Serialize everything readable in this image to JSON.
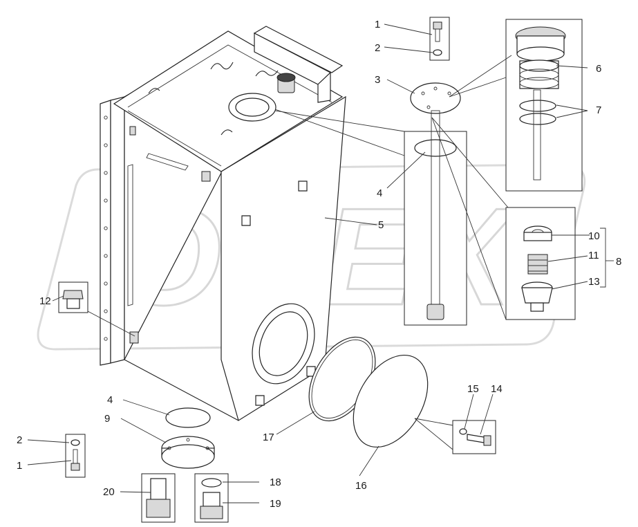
{
  "watermark": {
    "text": "OPEX"
  },
  "callouts": [
    {
      "key": "c1a",
      "text": "1"
    },
    {
      "key": "c2a",
      "text": "2"
    },
    {
      "key": "c3",
      "text": "3"
    },
    {
      "key": "c4a",
      "text": "4"
    },
    {
      "key": "c5",
      "text": "5"
    },
    {
      "key": "c6",
      "text": "6"
    },
    {
      "key": "c7",
      "text": "7"
    },
    {
      "key": "c8",
      "text": "8"
    },
    {
      "key": "c10",
      "text": "10"
    },
    {
      "key": "c11",
      "text": "11"
    },
    {
      "key": "c12",
      "text": "12"
    },
    {
      "key": "c13",
      "text": "13"
    },
    {
      "key": "c4b",
      "text": "4"
    },
    {
      "key": "c9",
      "text": "9"
    },
    {
      "key": "c2b",
      "text": "2"
    },
    {
      "key": "c1b",
      "text": "1"
    },
    {
      "key": "c20",
      "text": "20"
    },
    {
      "key": "c18",
      "text": "18"
    },
    {
      "key": "c19",
      "text": "19"
    },
    {
      "key": "c17",
      "text": "17"
    },
    {
      "key": "c16",
      "text": "16"
    },
    {
      "key": "c15",
      "text": "15"
    },
    {
      "key": "c14",
      "text": "14"
    }
  ]
}
